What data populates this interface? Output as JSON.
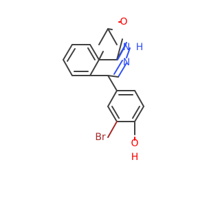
{
  "molecule": {
    "colors": {
      "carbon_bond": "#404040",
      "oxygen": "#ff0000",
      "nitrogen": "#3050f8",
      "bromine": "#a62929"
    },
    "atoms": {
      "carbonyl_oxygen": "O",
      "amide_nitrogen": "N",
      "amide_hydrogen": "H",
      "imine_nitrogen": "N",
      "bromine": "Br",
      "hydroxyl_oxygen": "O",
      "hydroxyl_hydrogen": "H"
    }
  }
}
